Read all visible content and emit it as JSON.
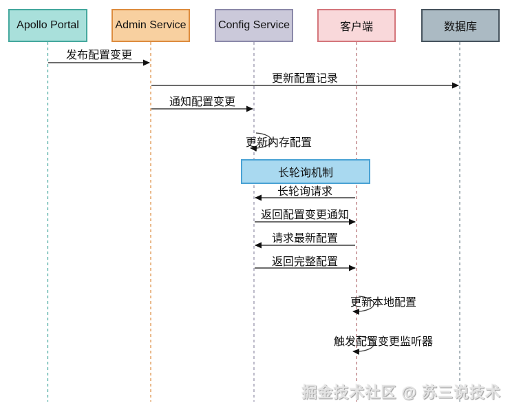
{
  "participants": [
    {
      "label": "Apollo Portal",
      "fill": "#a9e0db",
      "border": "#45a89e"
    },
    {
      "label": "Admin Service",
      "fill": "#f8d0a0",
      "border": "#dd8c3f"
    },
    {
      "label": "Config Service",
      "fill": "#cbc9da",
      "border": "#8b89a9"
    },
    {
      "label": "客户端",
      "fill": "#f9d8da",
      "border": "#d4767c"
    },
    {
      "label": "数据库",
      "fill": "#abbac3",
      "border": "#47545e"
    }
  ],
  "messages": [
    {
      "label": "发布配置变更",
      "from": "Apollo Portal",
      "to": "Admin Service",
      "self": false
    },
    {
      "label": "更新配置记录",
      "from": "Admin Service",
      "to": "数据库",
      "self": false
    },
    {
      "label": "通知配置变更",
      "from": "Admin Service",
      "to": "Config Service",
      "self": false
    },
    {
      "label": "更新内存配置",
      "from": "Config Service",
      "to": "Config Service",
      "self": true
    },
    {
      "label": "长轮询请求",
      "from": "客户端",
      "to": "Config Service",
      "self": false
    },
    {
      "label": "返回配置变更通知",
      "from": "Config Service",
      "to": "客户端",
      "self": false
    },
    {
      "label": "请求最新配置",
      "from": "客户端",
      "to": "Config Service",
      "self": false
    },
    {
      "label": "返回完整配置",
      "from": "Config Service",
      "to": "客户端",
      "self": false
    },
    {
      "label": "更新本地配置",
      "from": "客户端",
      "to": "客户端",
      "self": true
    },
    {
      "label": "触发配置变更监听器",
      "from": "客户端",
      "to": "客户端",
      "self": true
    }
  ],
  "note": {
    "label": "长轮询机制",
    "fill": "#a9d9f0",
    "border": "#4aa2d4"
  },
  "watermark": {
    "text": "掘金技术社区 @ 苏三说技术"
  }
}
